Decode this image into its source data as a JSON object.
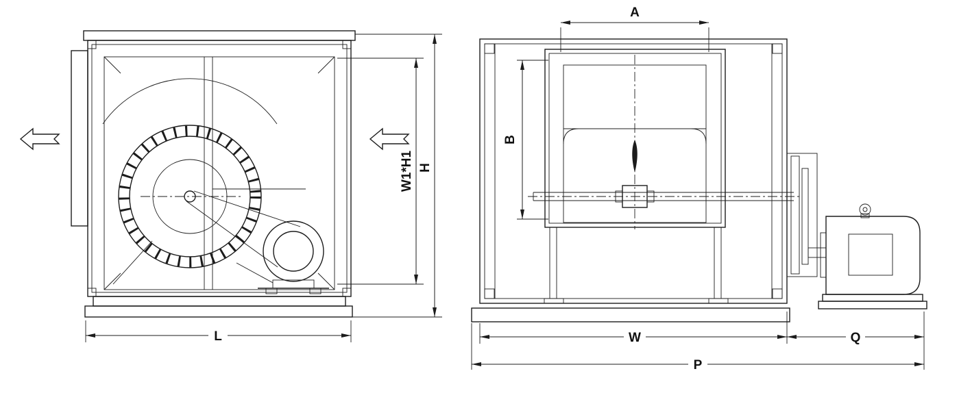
{
  "drawing": {
    "type": "engineering-dimension-drawing",
    "colors": {
      "line": "#1c1c1c",
      "background": "#ffffff"
    },
    "icons": {
      "airflow_outlet": "airflow-arrow-icon",
      "airflow_inlet": "airflow-arrow-icon"
    },
    "side_view": {
      "dimensions": {
        "W1H1": "W1*H1",
        "H": "H",
        "L": "L"
      }
    },
    "front_view": {
      "dimensions": {
        "A": "A",
        "B": "B",
        "W": "W",
        "Q": "Q",
        "P": "P"
      }
    }
  }
}
